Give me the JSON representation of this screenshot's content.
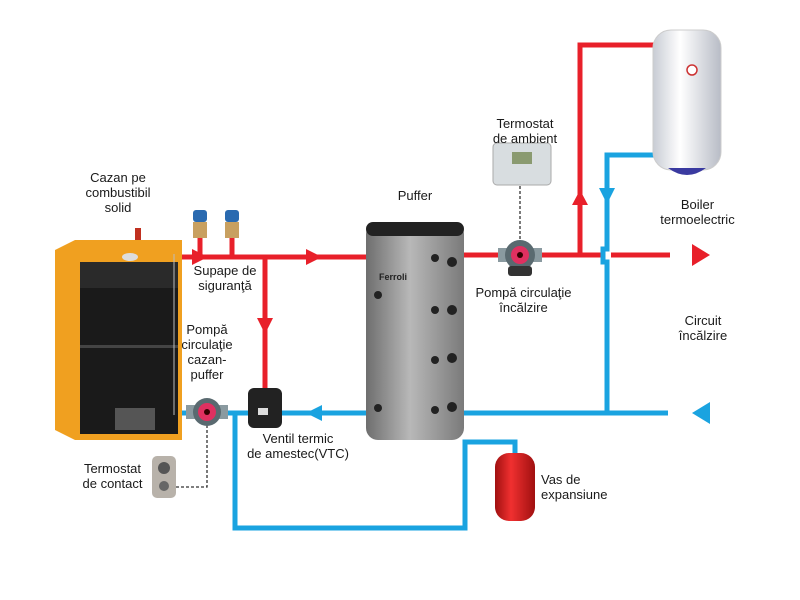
{
  "colors": {
    "hot": "#e8202a",
    "cold": "#1aa3e0",
    "boiler_body": "#f0a020",
    "puffer": "#9a9a9a",
    "vessel": "#d82020"
  },
  "labels": {
    "cazan": [
      "Cazan pe",
      "combustibil",
      "solid"
    ],
    "supape": [
      "Supape de",
      "siguranţă"
    ],
    "pompa_cazan": [
      "Pompă",
      "circulaţie",
      "cazan-",
      "puffer"
    ],
    "ventil": [
      "Ventil termic",
      "de amestec(VTC)"
    ],
    "termostat_contact": [
      "Termostat",
      "de contact"
    ],
    "puffer": "Puffer",
    "termostat_ambient": [
      "Termostat",
      "de ambient"
    ],
    "pompa_incalzire": [
      "Pompă circulaţie",
      "încălzire"
    ],
    "boiler": [
      "Boiler",
      "termoelectric"
    ],
    "circuit": [
      "Circuit",
      "încălzire"
    ],
    "vas": [
      "Vas de",
      "expansiune"
    ]
  },
  "logos": {
    "brand": "Ferroli"
  }
}
